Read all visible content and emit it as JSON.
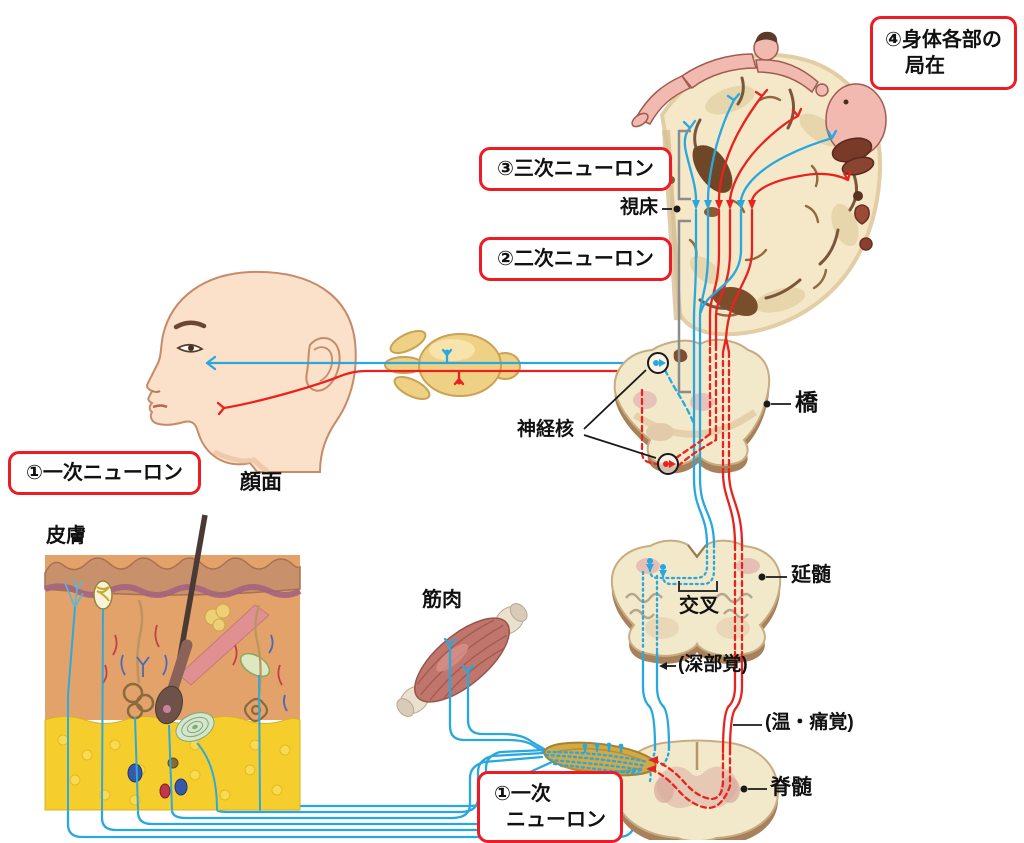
{
  "diagram": {
    "boxes": {
      "localization": {
        "line1": "④身体各部の",
        "line2": "局在"
      },
      "tertiary_neuron": "③三次ニューロン",
      "secondary_neuron": "②二次ニューロン",
      "primary_neuron_left": "①一次ニューロン",
      "primary_neuron_bottom": {
        "line1": "①一次",
        "line2": "ニューロン"
      }
    },
    "labels": {
      "thalamus": "視床",
      "face": "顔面",
      "nerve_nucleus": "神経核",
      "pons": "橋",
      "skin": "皮膚",
      "muscle": "筋肉",
      "medulla": "延髄",
      "decussation": "交叉",
      "deep_sensation": "(深部覚)",
      "temperature_pain": "(温・痛覚)",
      "spinal_cord": "脊髄"
    },
    "colors": {
      "pathway_blue": "#29a8e0",
      "pathway_red": "#e8231f",
      "box_border": "#ed1c24",
      "leader_black": "#1a1a1a",
      "bracket_gray": "#8c8c8c",
      "brain_cream": "#f4e8c8",
      "tissue_rim_brown": "#a9805c",
      "ganglion_yellow": "#efd185",
      "skin_tone": "#fbe0ca",
      "fat_yellow": "#f5ce2e",
      "muscle_red": "#c0766c",
      "homunculus_pink": "#f2b9b0"
    }
  }
}
